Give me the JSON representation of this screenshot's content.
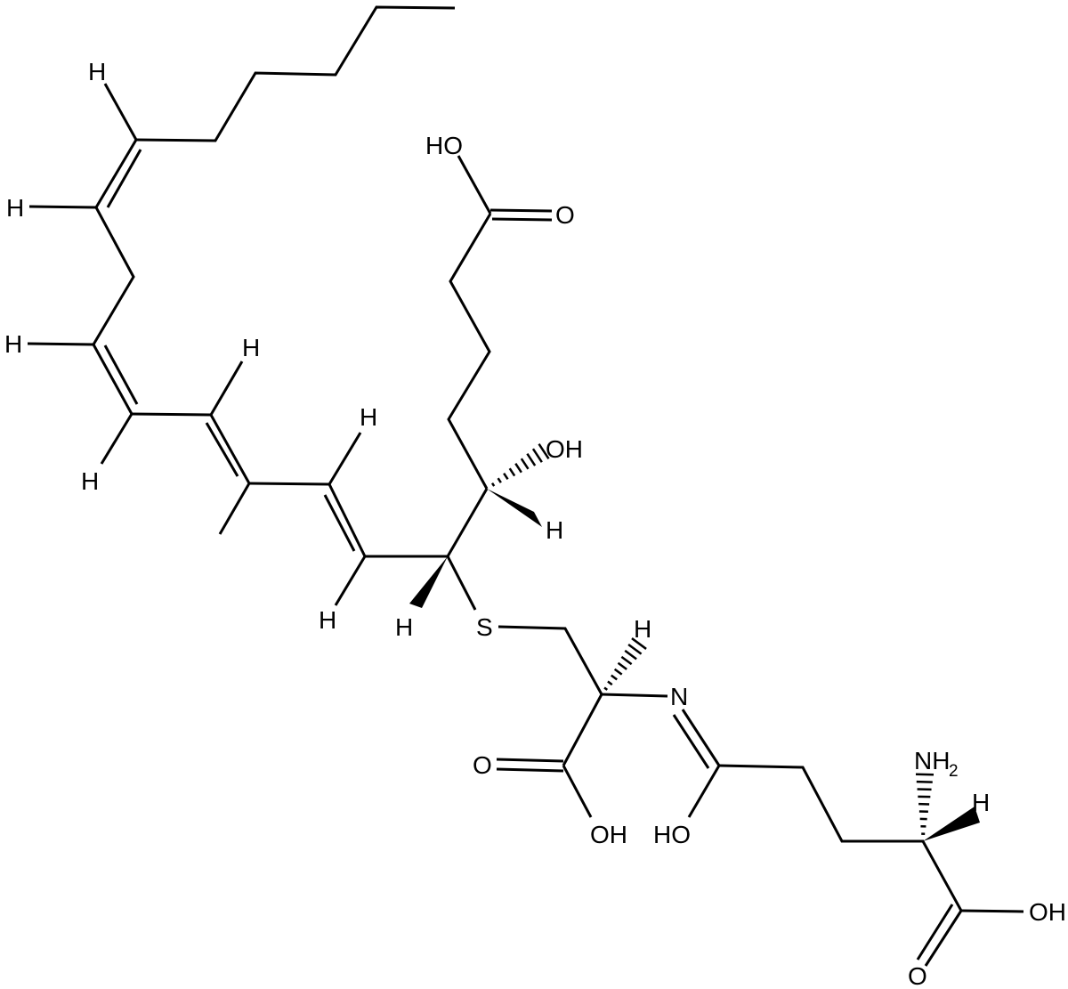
{
  "molecule": {
    "atoms": {
      "h_c6": "H",
      "h_c7": "H",
      "h_c9": "H",
      "h_c10": "H",
      "h_c11": "H",
      "h_c13": "H",
      "h_c14": "H",
      "h_c5s": "H",
      "h_c5oh": "H",
      "h_cys": "H",
      "h_glu": "H",
      "ho_top": "HO",
      "o_top": "O",
      "oh_mid": "OH",
      "s": "S",
      "n": "N",
      "o_cys": "O",
      "oh_cys": "OH",
      "ho_amide": "HO",
      "nh2": "NH",
      "nh2_sub": "2",
      "oh_glu": "OH",
      "o_glu": "O"
    }
  }
}
